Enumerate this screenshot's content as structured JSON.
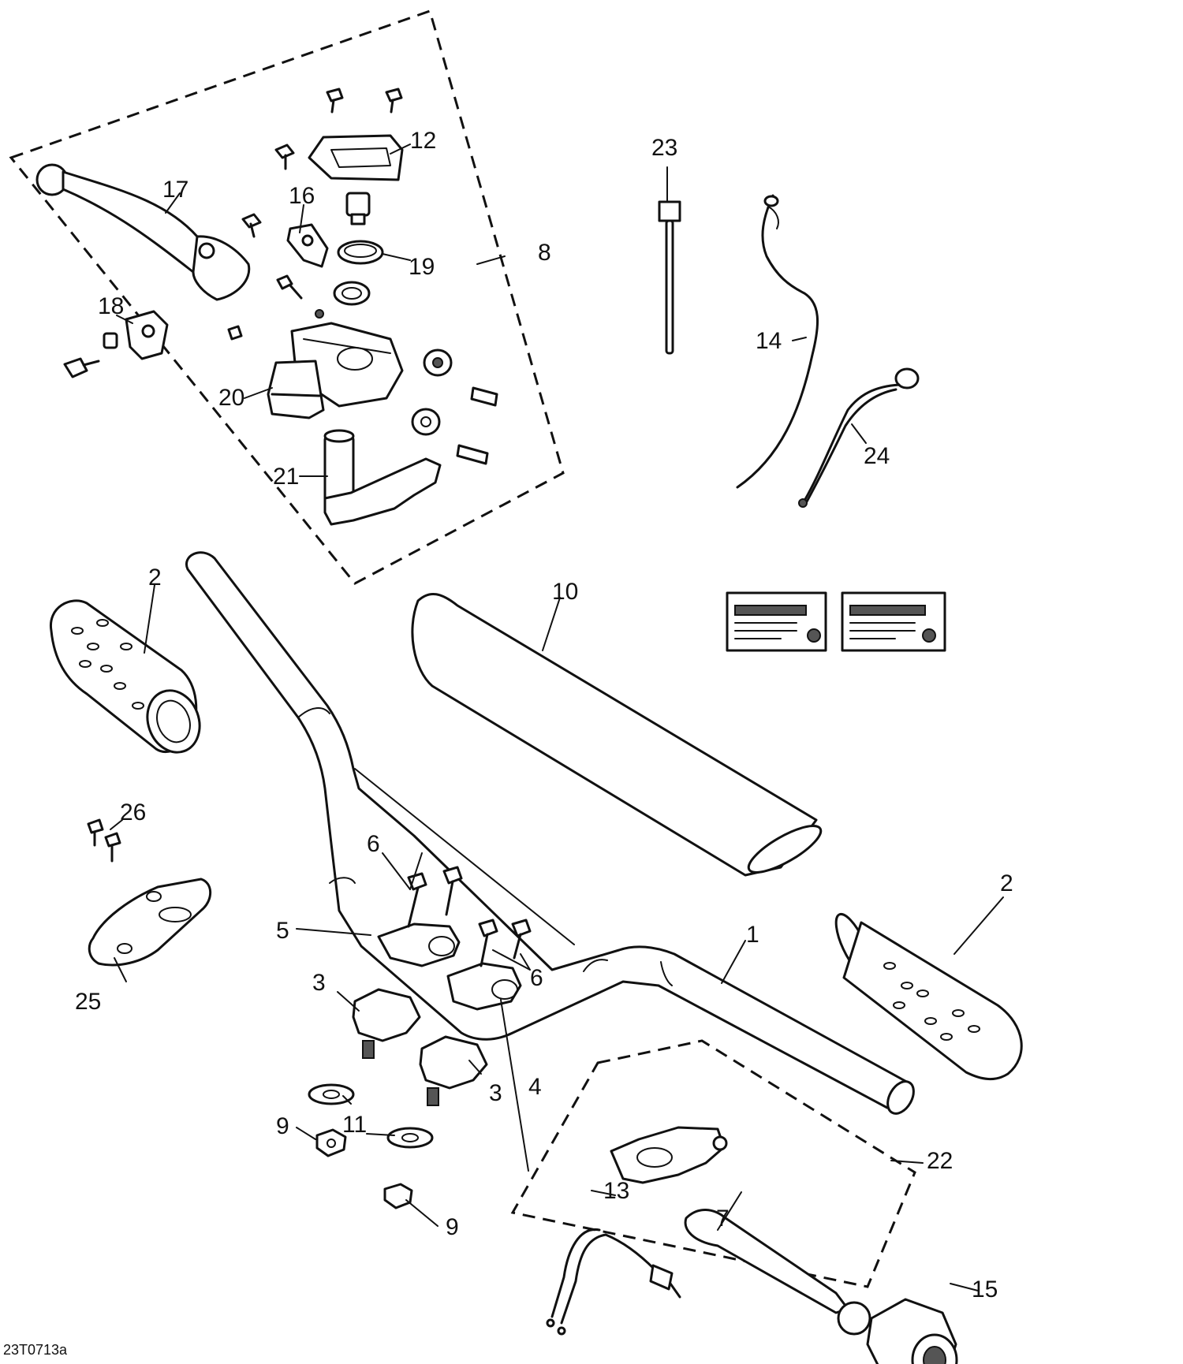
{
  "figure_code": "23T0713a",
  "labels": {
    "p1": "1",
    "p2a": "2",
    "p2b": "2",
    "p3a": "3",
    "p3b": "3",
    "p4": "4",
    "p5": "5",
    "p6a": "6",
    "p6b": "6",
    "p7": "7",
    "p8": "8",
    "p9a": "9",
    "p9b": "9",
    "p10": "10",
    "p11": "11",
    "p12": "12",
    "p13": "13",
    "p14": "14",
    "p15": "15",
    "p16": "16",
    "p17": "17",
    "p18": "18",
    "p19": "19",
    "p20": "20",
    "p21": "21",
    "p22": "22",
    "p23": "23",
    "p24": "24",
    "p25": "25",
    "p26": "26"
  }
}
